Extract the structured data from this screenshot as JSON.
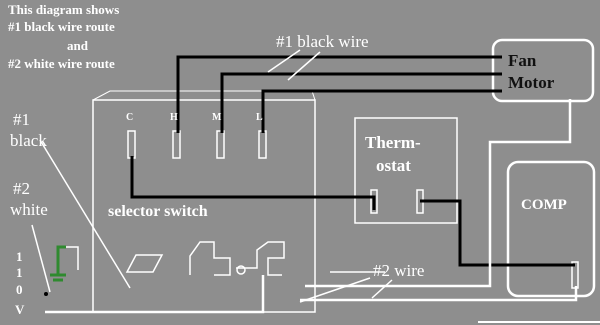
{
  "intro": {
    "line1": "This diagram shows",
    "line2": "#1 black wire route",
    "line3": "and",
    "line4": "#2 white wire route"
  },
  "labels": {
    "black_wire": "#1 black wire",
    "white_wire": "#2 wire",
    "side_black_num": "#1",
    "side_black": "black",
    "side_white_num": "#2",
    "side_white": "white",
    "voltage": [
      "1",
      "1",
      "0",
      "V"
    ]
  },
  "components": {
    "fan_line1": "Fan",
    "fan_line2": "Motor",
    "comp": "COMP",
    "thermo_line1": "Therm-",
    "thermo_line2": "ostat",
    "selector": "selector switch"
  },
  "terminals": [
    "C",
    "H",
    "M",
    "L"
  ],
  "colors": {
    "background": "#8e8e8e",
    "black_wire": "#000000",
    "white_wire": "#ffffff",
    "ground": "#2f8a2f"
  }
}
